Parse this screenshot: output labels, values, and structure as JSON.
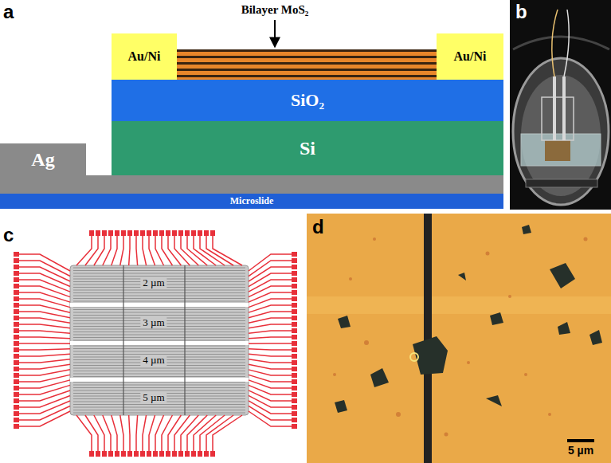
{
  "diagram": {
    "nodes": [
      {
        "text": [
          "Au/Ni"
        ]
      },
      {
        "text": [
          "Au/Ni"
        ]
      },
      {
        "text": [
          "SiO₂"
        ]
      },
      {
        "text": [
          "Si"
        ]
      },
      {
        "text": [
          "Ag"
        ]
      },
      {
        "text": [
          "Microslide"
        ]
      }
    ],
    "labels": [
      "a",
      "b",
      "c",
      "d",
      "Bilayer MoS₂",
      "2 µm",
      "3 µm",
      "4 µm",
      "5 µm",
      "5 µm"
    ]
  }
}
